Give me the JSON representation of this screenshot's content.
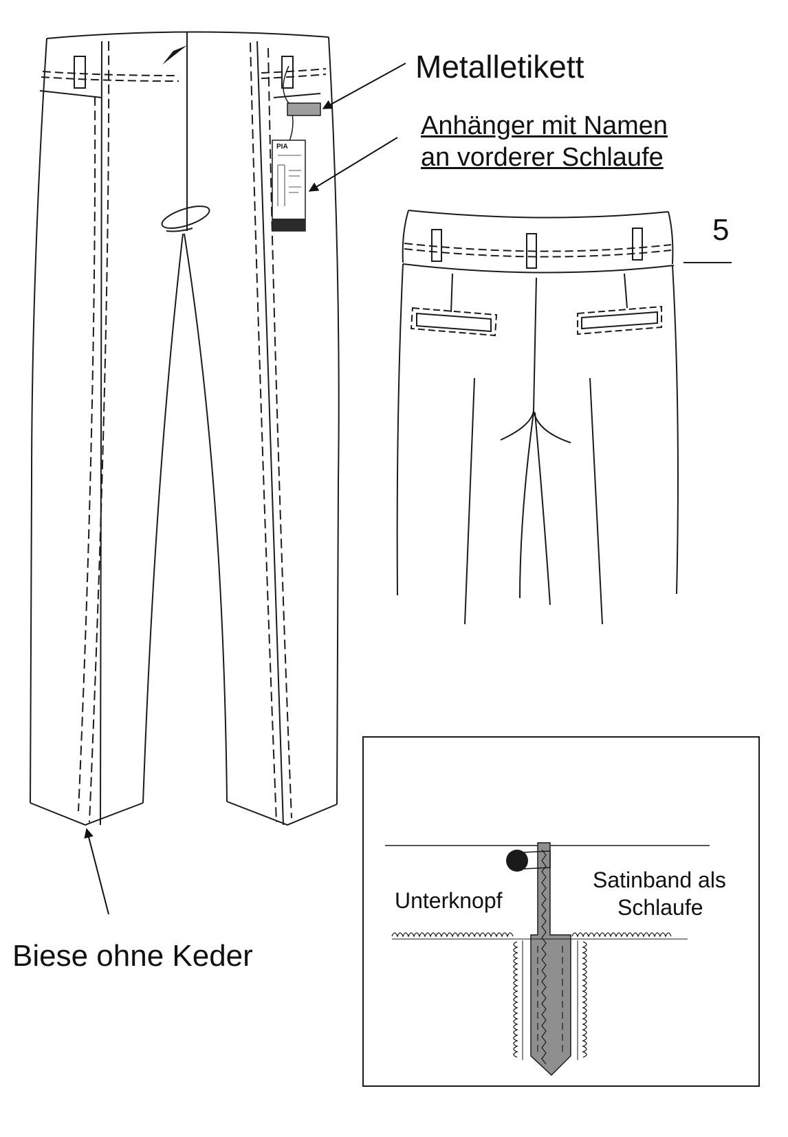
{
  "labels": {
    "metal_tag": "Metalletikett",
    "hang_tag_line1": "Anhänger mit Namen ",
    "hang_tag_line2": "an vorderer Schlaufe",
    "size": "5",
    "piping": "Biese ohne Keder",
    "under_button": "Unterknopf",
    "satin_line1": "Satinband als",
    "satin_line2": "Schlaufe"
  },
  "hang_tag": {
    "brand": "PIA"
  },
  "colors": {
    "line": "#1a1a1a",
    "metal_tag_fill": "#9e9e9e",
    "satin_band": "#8f8f8f"
  }
}
